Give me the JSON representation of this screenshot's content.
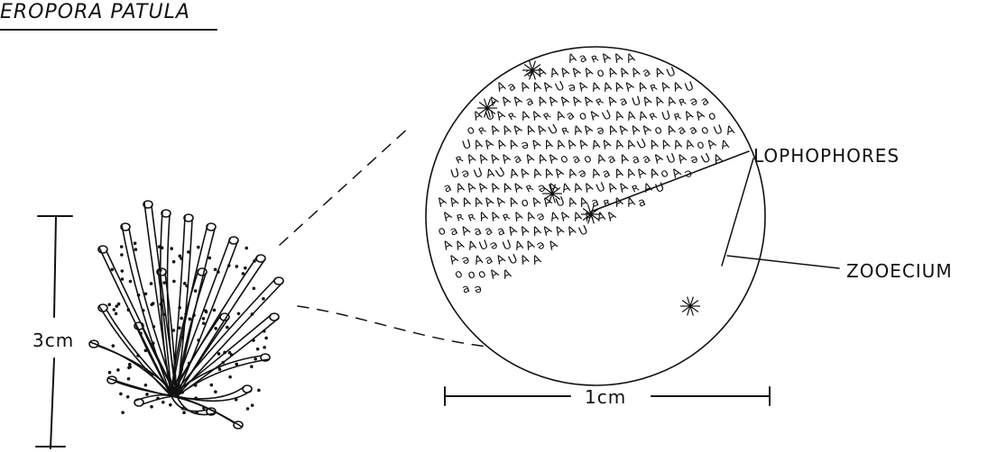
{
  "title": "EROPORA PATULA",
  "labels": {
    "lophophores": "LOPHOPHORES",
    "zooecium": "ZOOECIUM"
  },
  "scales": {
    "colony": "3cm",
    "magnified": "1cm"
  },
  "colors": {
    "ink": "#111111",
    "paper": "#ffffff"
  }
}
